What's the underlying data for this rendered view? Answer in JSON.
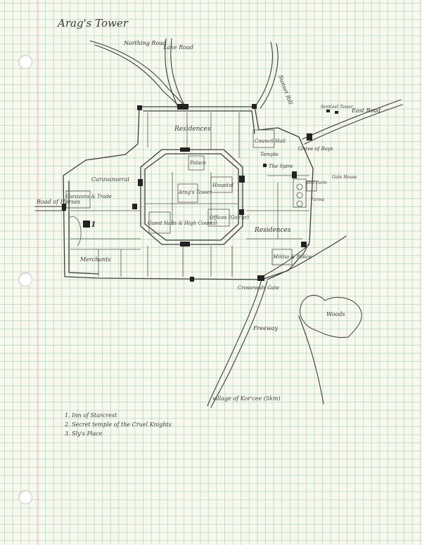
{
  "title": "Arag's Tower",
  "roads": {
    "northern": "Northing Road",
    "lake": "Lake Road",
    "sunset": "Sunset Rill",
    "east": "East Road",
    "horses": "Road of Horses",
    "freeway": "Freeway",
    "village": "village of Kor'cee (5km)"
  },
  "districts": {
    "residences_north": "Residences",
    "residences_east": "Residences",
    "caravanserai": "Caravanserai",
    "merchants": "Merchants",
    "woods": "Woods"
  },
  "buildings": {
    "council_hall": "Council Hall",
    "temple": "Temple",
    "grove": "Grove of Boys",
    "spire": "The Spire",
    "palace": "Palace",
    "tower": "Arag's Tower",
    "hospital": "Hospital",
    "offices": "Offices (Gov'nr)",
    "guest_halls": "Guest Halls & High Council",
    "caravans": "Caravans & Trade",
    "militia": "Militia & Police",
    "crossroads_south": "Crossroads Gate",
    "sentinel_tower": "Sentinel Tower",
    "hill_farm": "Hill Farm",
    "farms": "Farms",
    "gatehouse": "Gate House"
  },
  "legend": [
    "1. Inn of Starcrest",
    "2. Secret temple of the Cruel Knights",
    "3. Sly's Place"
  ],
  "marker": "1",
  "colors": {
    "ink": "#3d3d3d",
    "grid": "#8fbfa6",
    "paper": "#f7f8ee"
  }
}
